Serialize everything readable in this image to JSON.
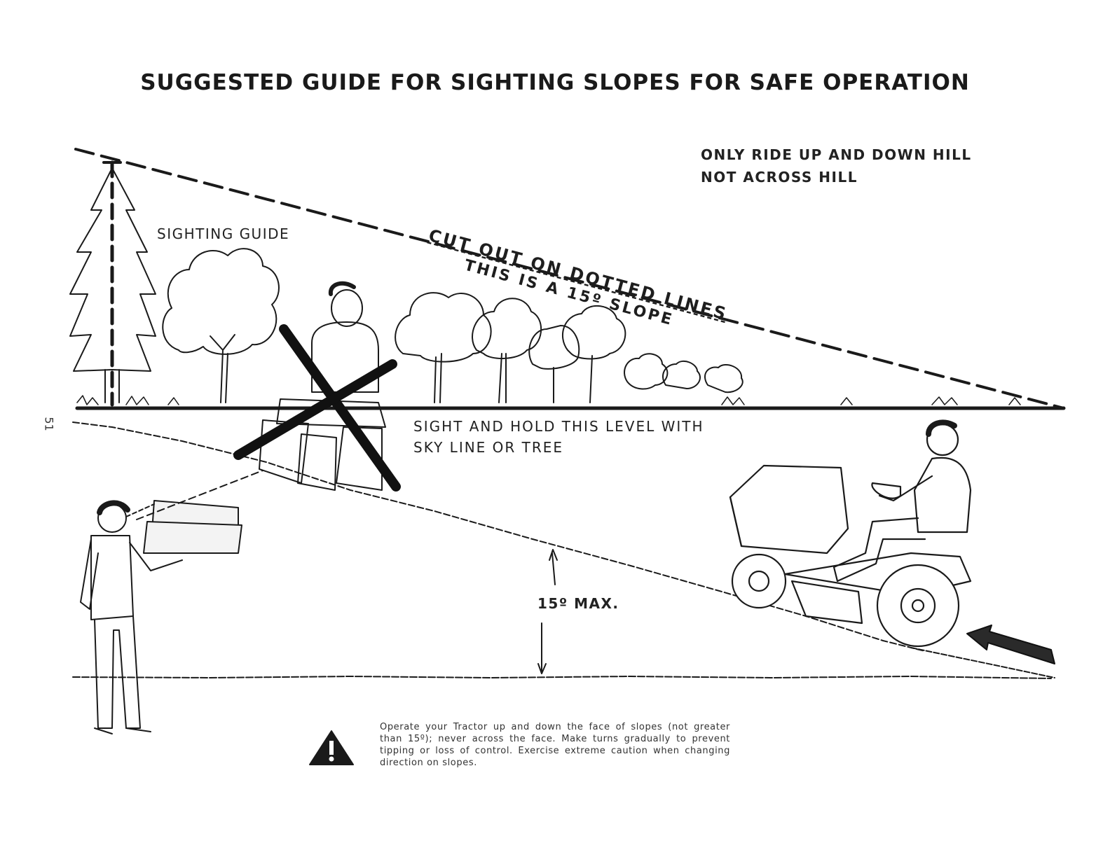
{
  "title": "SUGGESTED GUIDE FOR SIGHTING SLOPES FOR SAFE OPERATION",
  "note": {
    "line1": "ONLY RIDE UP AND DOWN HILL",
    "line2": "NOT ACROSS HILL"
  },
  "sighting_guide_label": "SIGHTING GUIDE",
  "slope_labels": {
    "cut_out": "CUT OUT ON DOTTED LINES",
    "degrees": "THIS IS A 15º SLOPE"
  },
  "level_instruction": {
    "line1": "SIGHT AND HOLD THIS LEVEL WITH",
    "line2": "SKY LINE OR TREE"
  },
  "max_label": "15º MAX.",
  "page_number": "51",
  "warning_text": "Operate your Tractor up and down the face of slopes (not greater than 15º); never across the face. Make turns gradually to prevent tipping or loss of control. Exercise extreme caution when changing direction on slopes.",
  "icons": [
    "warning-icon",
    "conifer-tree-icon",
    "deciduous-tree-icon",
    "tractor-icon",
    "person-icon",
    "arrow-icon"
  ]
}
